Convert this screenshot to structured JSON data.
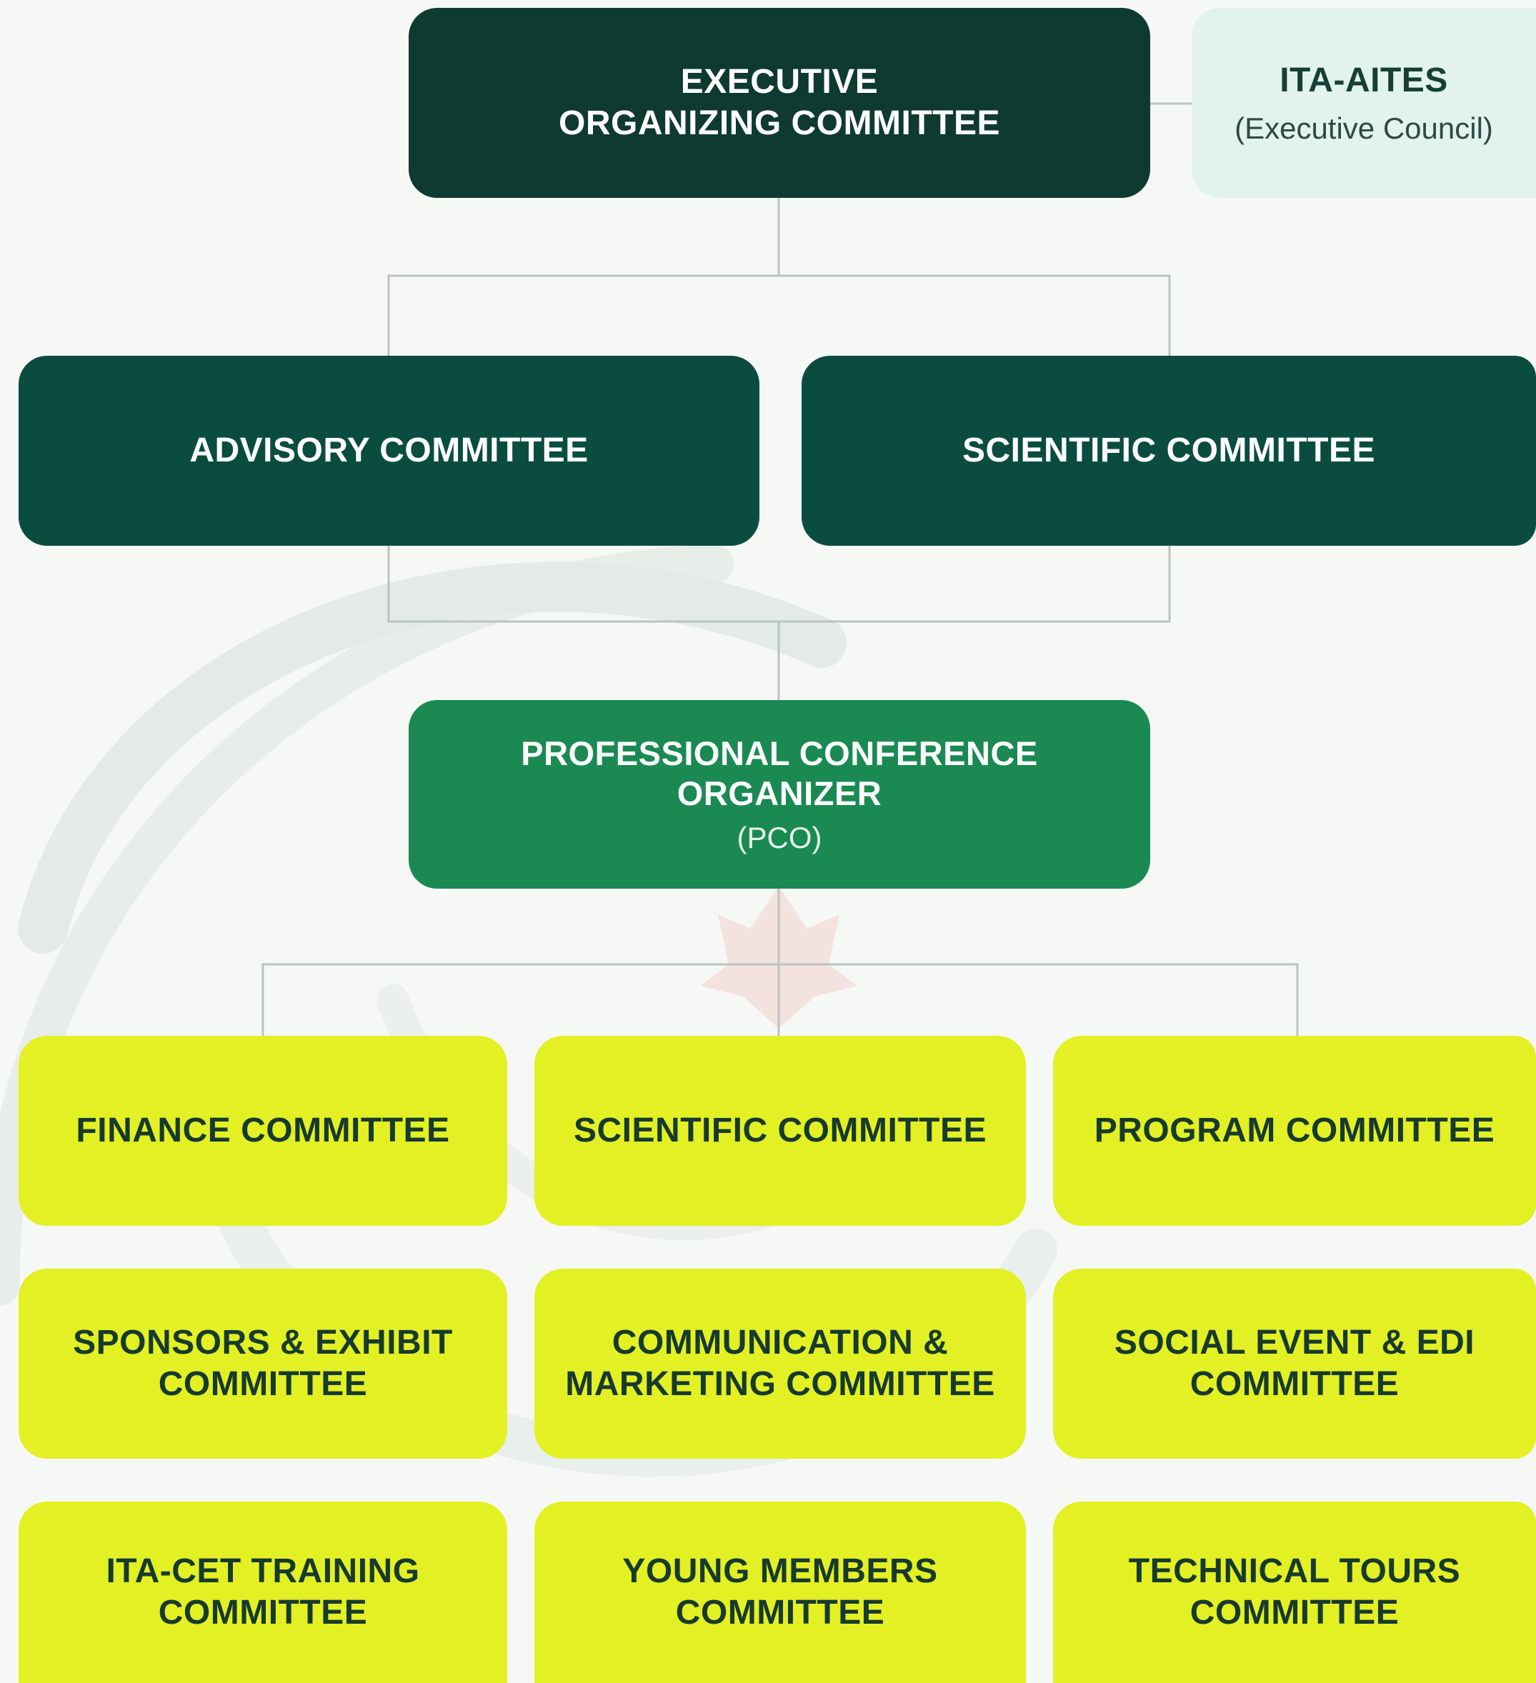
{
  "colors": {
    "executive": "#0e3a31",
    "level2": "#0a4d40",
    "pco": "#1a8a52",
    "council": "#e2f2ec",
    "subcommittees": "#e3f024",
    "connector": "#b9c4bf"
  },
  "executive": {
    "title": "EXECUTIVE\nORGANIZING COMMITTEE"
  },
  "council": {
    "title": "ITA-AITES",
    "subtitle": "(Executive Council)"
  },
  "level2": [
    {
      "title": "ADVISORY COMMITTEE"
    },
    {
      "title": "SCIENTIFIC COMMITTEE"
    }
  ],
  "pco": {
    "title": "PROFESSIONAL CONFERENCE\nORGANIZER",
    "subtitle": "(PCO)"
  },
  "committees": [
    {
      "title": "FINANCE COMMITTEE"
    },
    {
      "title": "SCIENTIFIC COMMITTEE"
    },
    {
      "title": "PROGRAM COMMITTEE"
    },
    {
      "title": "SPONSORS & EXHIBIT\nCOMMITTEE"
    },
    {
      "title": "COMMUNICATION &\nMARKETING COMMITTEE"
    },
    {
      "title": "SOCIAL EVENT & EDI\nCOMMITTEE"
    },
    {
      "title": "ITA-CET TRAINING\nCOMMITTEE"
    },
    {
      "title": "YOUNG MEMBERS\nCOMMITTEE"
    },
    {
      "title": "TECHNICAL TOURS\nCOMMITTEE"
    }
  ]
}
